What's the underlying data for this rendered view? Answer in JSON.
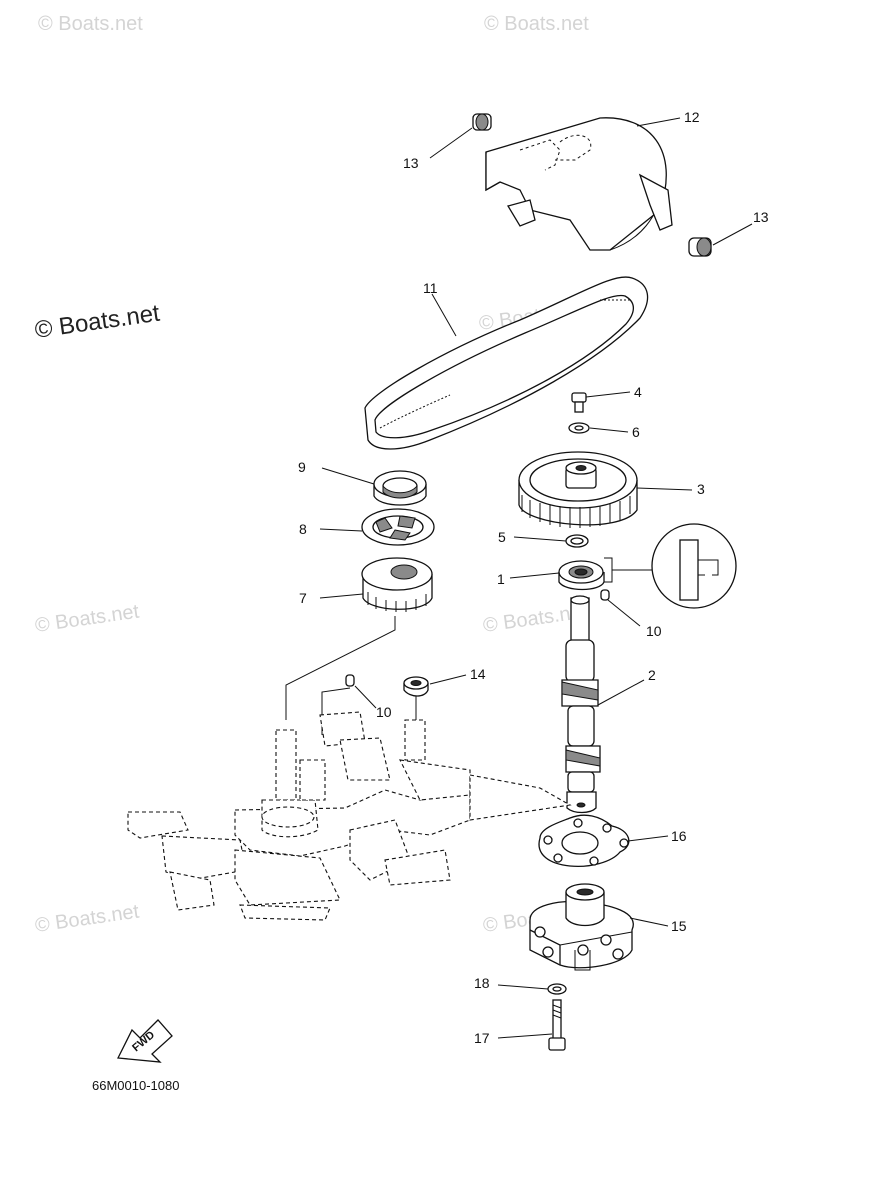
{
  "watermarks": {
    "main": "© Boats.net",
    "faint": "© Boats.net"
  },
  "callouts": {
    "c1": "1",
    "c2": "2",
    "c3": "3",
    "c4": "4",
    "c5": "5",
    "c6": "6",
    "c7": "7",
    "c8": "8",
    "c9": "9",
    "c10a": "10",
    "c10b": "10",
    "c11": "11",
    "c12": "12",
    "c13a": "13",
    "c13b": "13",
    "c14": "14",
    "c15": "15",
    "c16": "16",
    "c17": "17",
    "c18": "18"
  },
  "fwd_label": "FWD",
  "drawing_number": "66M0010-1080"
}
